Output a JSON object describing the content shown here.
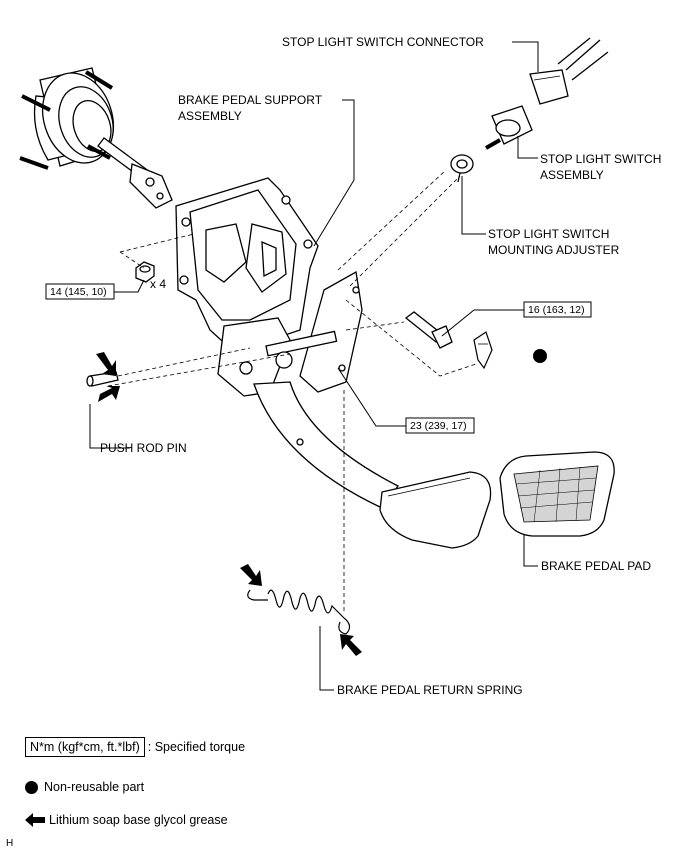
{
  "labels": {
    "stop_light_switch_connector": "STOP LIGHT SWITCH CONNECTOR",
    "brake_pedal_support_line1": "BRAKE PEDAL SUPPORT",
    "brake_pedal_support_line2": "ASSEMBLY",
    "stop_light_switch_line1": "STOP LIGHT SWITCH",
    "stop_light_switch_line2": "ASSEMBLY",
    "mounting_adjuster_line1": "STOP LIGHT SWITCH",
    "mounting_adjuster_line2": "MOUNTING ADJUSTER",
    "push_rod_pin": "PUSH ROD PIN",
    "brake_pedal_pad": "BRAKE PEDAL PAD",
    "brake_pedal_return_spring": "BRAKE PEDAL RETURN SPRING",
    "quantity_x4": "x 4"
  },
  "torques": {
    "nut": "14 (145, 10)",
    "bolt": "16 (163, 12)",
    "pivot_bolt": "23 (239, 17)"
  },
  "legend": {
    "torque_box": "N*m (kgf*cm, ft.*lbf)",
    "torque_text": ": Specified torque",
    "non_reusable": "Non-reusable part",
    "grease": "Lithium soap base glycol grease"
  },
  "figure_code": "H"
}
